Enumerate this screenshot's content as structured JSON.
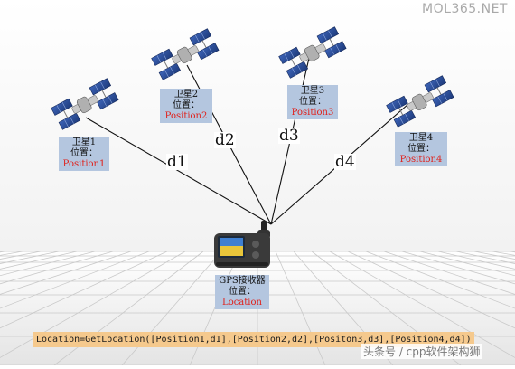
{
  "watermark": "MOL365.NET",
  "satellites": [
    {
      "name": "卫星1",
      "position_label": "位置：",
      "position_value": "Position1",
      "distance": "d1"
    },
    {
      "name": "卫星2",
      "position_label": "位置：",
      "position_value": "Position2",
      "distance": "d2"
    },
    {
      "name": "卫星3",
      "position_label": "位置：",
      "position_value": "Position3",
      "distance": "d3"
    },
    {
      "name": "卫星4",
      "position_label": "位置：",
      "position_value": "Position4",
      "distance": "d4"
    }
  ],
  "receiver": {
    "name": "GPS接收器",
    "position_label": "位置：",
    "position_value": "Location"
  },
  "formula": "Location=GetLocation([Position1,d1],[Position2,d2],[Positon3,d3],[Position4,d4])",
  "credit": "头条号 / cpp软件架构狮",
  "colors": {
    "label_bg": "#b4c6df",
    "position_text": "#e0201a",
    "formula_bg": "#f5c98d",
    "solar_panel": "#2b4f9e"
  }
}
